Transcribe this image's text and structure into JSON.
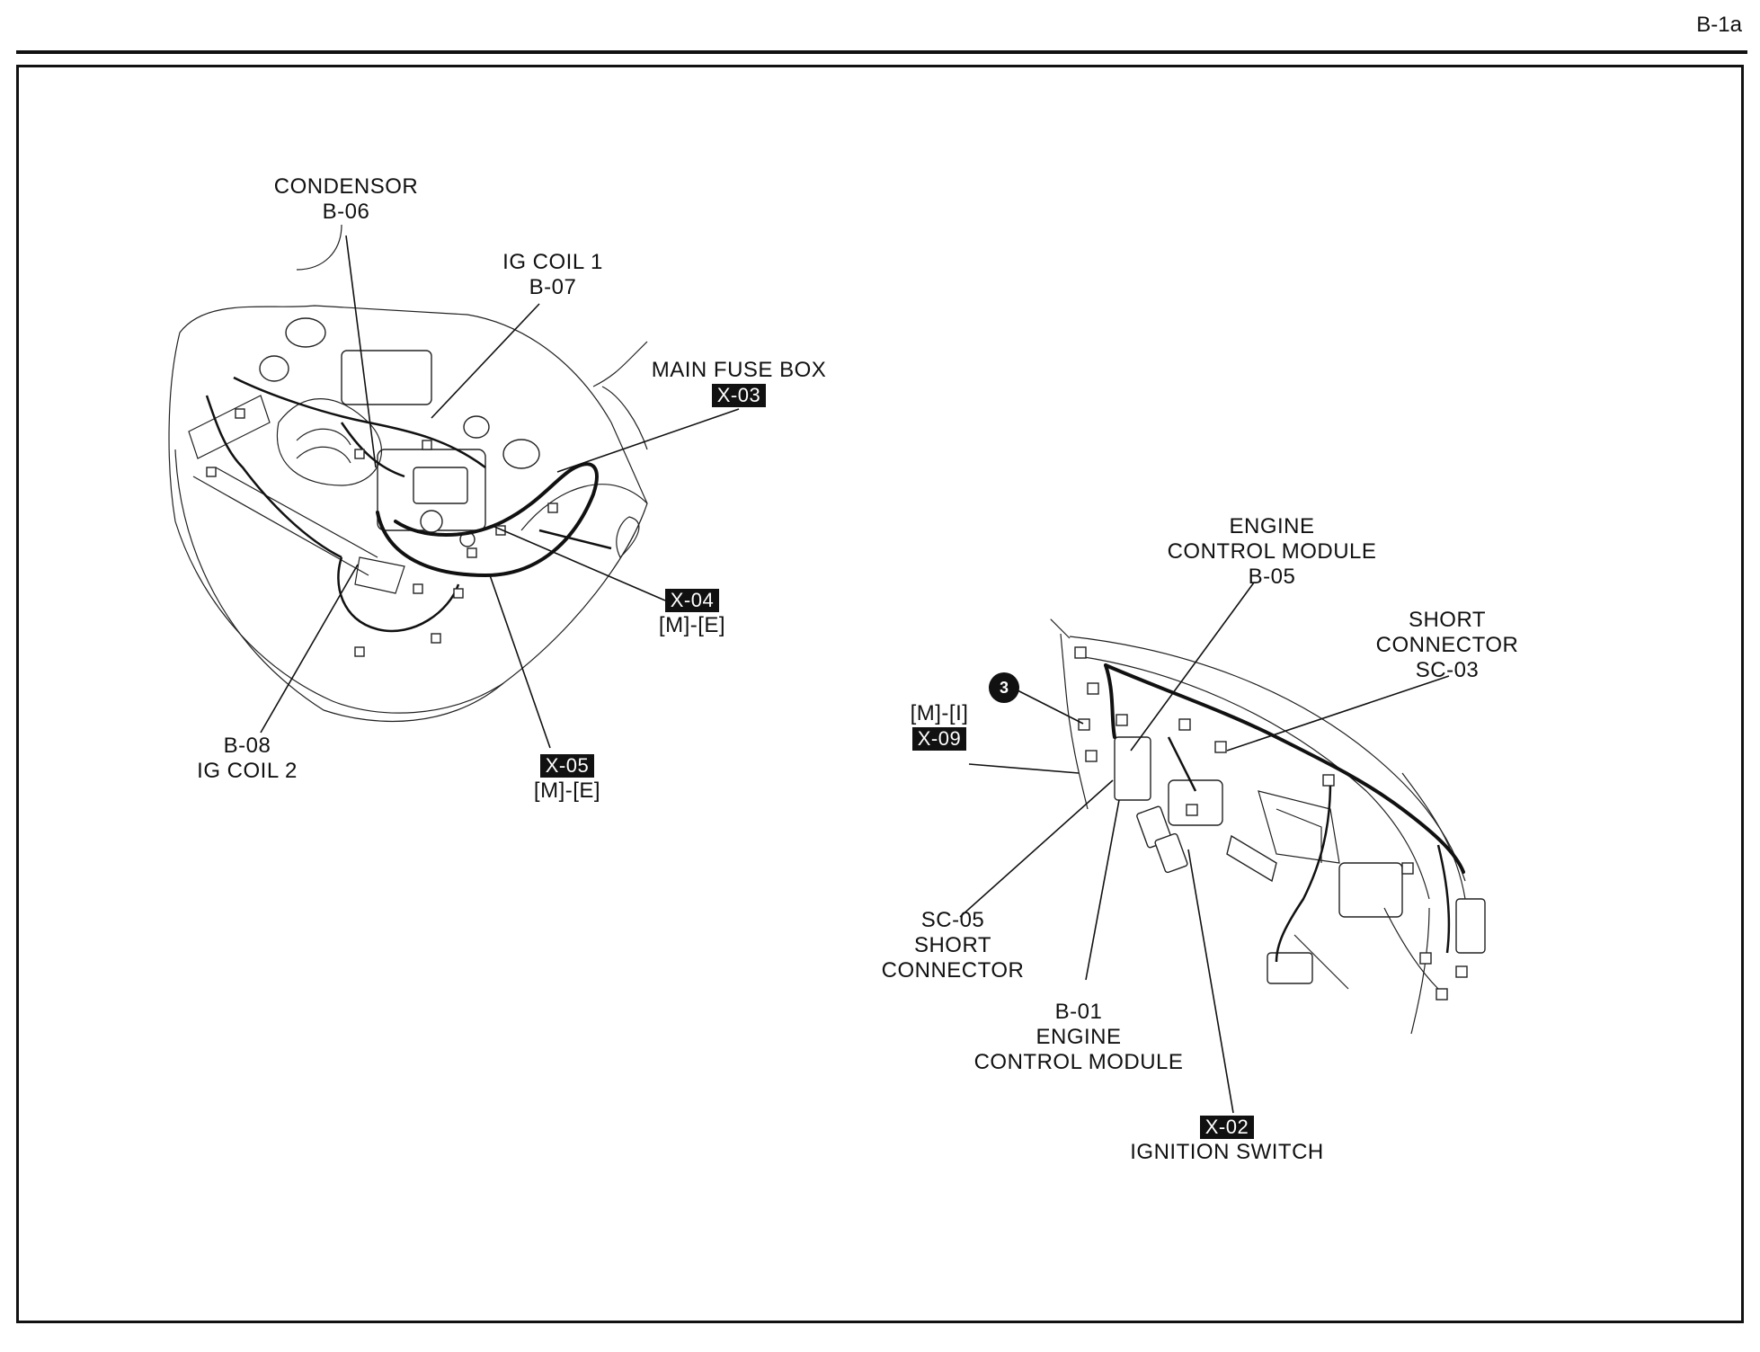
{
  "page": {
    "id": "B-1a"
  },
  "engine_room": {
    "condensor": {
      "name": "CONDENSOR",
      "code": "B-06"
    },
    "ig_coil_1": {
      "name": "IG COIL 1",
      "code": "B-07"
    },
    "main_fuse_box": {
      "name": "MAIN FUSE BOX",
      "tag": "X-03"
    },
    "x04": {
      "tag": "X-04",
      "sub": "[M]-[E]"
    },
    "x05": {
      "tag": "X-05",
      "sub": "[M]-[E]"
    },
    "ig_coil_2": {
      "code": "B-08",
      "name": "IG COIL 2"
    }
  },
  "instrument_panel": {
    "ecm_b05": {
      "line1": "ENGINE",
      "line2": "CONTROL MODULE",
      "code": "B-05"
    },
    "short_connector_sc03": {
      "line1": "SHORT",
      "line2": "CONNECTOR",
      "code": "SC-03"
    },
    "marker": {
      "number": "3"
    },
    "x09": {
      "sub": "[M]-[I]",
      "tag": "X-09"
    },
    "sc05": {
      "code": "SC-05",
      "line1": "SHORT",
      "line2": "CONNECTOR"
    },
    "ecm_b01": {
      "code": "B-01",
      "line1": "ENGINE",
      "line2": "CONTROL MODULE"
    },
    "ignition_switch": {
      "tag": "X-02",
      "name": "IGNITION SWITCH"
    }
  }
}
